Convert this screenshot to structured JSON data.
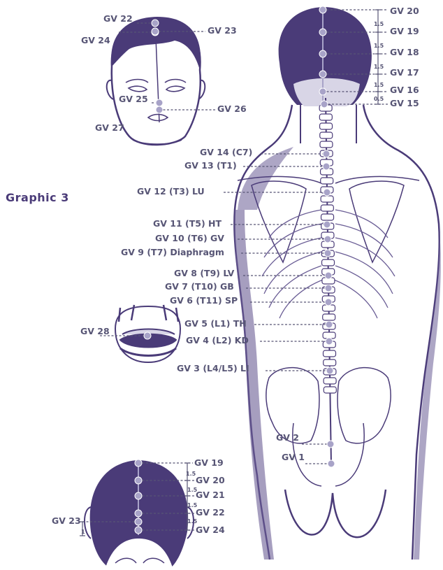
{
  "title": "Graphic 3",
  "colors": {
    "ink": "#4a3b78",
    "point": "#a8a3c8",
    "label": "#575575"
  },
  "face": {
    "labels": [
      "GV 22",
      "GV 24",
      "GV 23",
      "GV 25",
      "GV 26",
      "GV 27"
    ]
  },
  "back": {
    "top_labels": [
      "GV 20",
      "GV 19",
      "GV 18",
      "GV 17",
      "GV 16",
      "GV 15"
    ],
    "spacing_marks": [
      "1.5",
      "1.5",
      "1.5",
      "1.5",
      "0.5"
    ],
    "spine_labels": [
      "GV 14 (C7)",
      "GV 13 (T1)",
      "GV 12 (T3) LU",
      "GV 11 (T5) HT",
      "GV 10 (T6) GV",
      "GV 9 (T7) Diaphragm",
      "GV 8 (T9) LV",
      "GV 7 (T10) GB",
      "GV 6 (T11) SP",
      "GV 5 (L1) TH",
      "GV 4 (L2) KD",
      "GV 3 (L4/L5) LI",
      "GV 2",
      "GV 1"
    ]
  },
  "mouth": {
    "label": "GV 28"
  },
  "crown": {
    "labels": [
      "GV 19",
      "GV 20",
      "GV 21",
      "GV 22",
      "GV 24",
      "GV 23"
    ],
    "spacing_marks": [
      "1.5",
      "1.5",
      "1.5",
      "1.5",
      "1"
    ]
  }
}
